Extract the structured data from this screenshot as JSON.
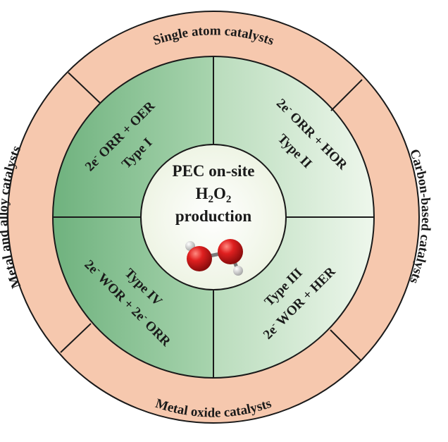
{
  "center": {
    "line1": "PEC on-site",
    "line2_main": "H",
    "line2_sub1": "2",
    "line2_mid": "O",
    "line2_sub2": "2",
    "line3": "production"
  },
  "outer_ring": {
    "top": "Single atom catalysts",
    "right": "Carbon-based catalysts",
    "bottom": "Metal oxide catalysts",
    "left": "Metal and alloy catalysts"
  },
  "quadrants": {
    "type1": {
      "type": "Type I",
      "reaction_pre": "2e",
      "reaction_sup": "-",
      "reaction_post": " ORR + OER"
    },
    "type2": {
      "type": "Type II",
      "reaction_pre": "2e",
      "reaction_sup": "-",
      "reaction_post": " ORR + HOR"
    },
    "type3": {
      "type": "Type III",
      "reaction_pre": "2e",
      "reaction_sup": "-",
      "reaction_post": " WOR + HER"
    },
    "type4": {
      "type": "Type IV",
      "reaction_pre": "2e",
      "reaction_sup": "-",
      "reaction_mid": " WOR + 2e",
      "reaction_sup2": "-",
      "reaction_post": " ORR"
    }
  },
  "colors": {
    "outer_ring": "#f6c8ae",
    "green_dark": "#6fb27e",
    "green_light": "#e3f1e3",
    "center_fill": "#f4f8ee",
    "outline": "#1a1a1a",
    "oxygen": "#d41f1f",
    "hydrogen": "#e8e8e8"
  }
}
